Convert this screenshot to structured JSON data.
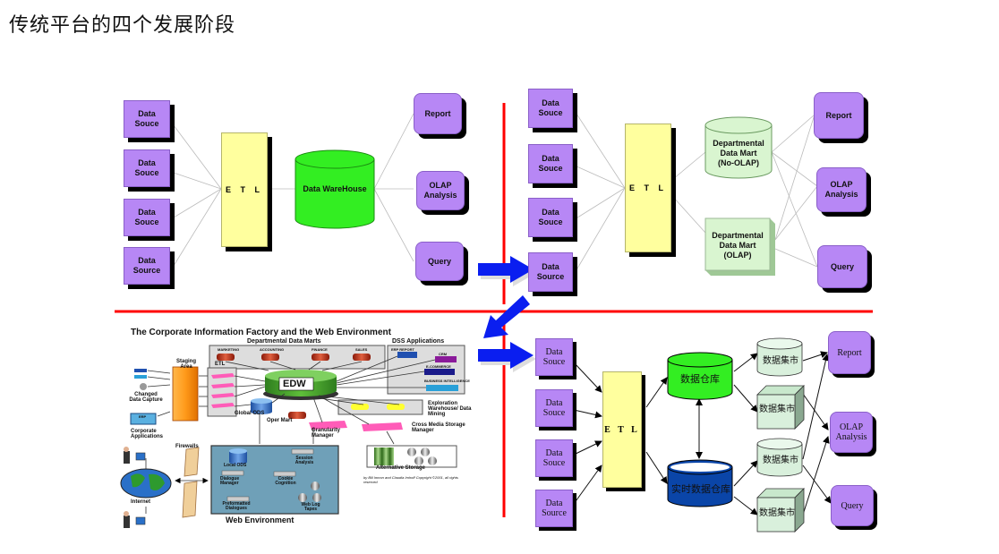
{
  "page": {
    "title": "传统平台的四个发展阶段"
  },
  "colors": {
    "source_box": "#b787f5",
    "etl": "#ffff9e",
    "warehouse_green": "#33ee22",
    "mart_light": "#d9f5d0",
    "realtime_blue": "#0a45a8",
    "divider_red": "#ff0000",
    "flow_arrow_blue": "#0a1ef0"
  },
  "stage1": {
    "sources": [
      "Data Souce",
      "Data Souce",
      "Data Souce",
      "Data Source"
    ],
    "etl": "E T L",
    "warehouse": "Data WareHouse",
    "outputs": [
      "Report",
      "OLAP Analysis",
      "Query"
    ]
  },
  "stage2": {
    "sources": [
      "Data Souce",
      "Data Souce",
      "Data Souce",
      "Data Source"
    ],
    "etl": "E T L",
    "mart_no_olap": [
      "Departmental",
      "Data Mart",
      "(No-OLAP)"
    ],
    "mart_olap": [
      "Departmental",
      "Data Mart",
      "(OLAP)"
    ],
    "outputs": [
      "Report",
      "OLAP Analysis",
      "Query"
    ]
  },
  "stage3": {
    "title": "The Corporate Information Factory and the Web Environment",
    "dept_marts_title": "Departmental Data Marts",
    "dept_marts": [
      "MARKETING",
      "ACCOUNTING",
      "FINANCE",
      "SALES"
    ],
    "dss_title": "DSS Applications",
    "dss_items": [
      "ERP REPORT",
      "CRM",
      "E-COMMERCE",
      "BUSINESS INTELLIGENCE"
    ],
    "staging": "Staging Area",
    "etl": "ETL",
    "edw": "EDW",
    "changed_data_capture": "Changed Data Capture",
    "erp": "ERP",
    "corporate_apps": "Corporate Applications",
    "global_ods": "Global ODS",
    "oper_mart": "Oper Mart",
    "granularity_manager": "Granularity Manager",
    "exploration": "Exploration Warehouse/ Data Mining",
    "cross_media": "Cross Media Storage Manager",
    "alt_storage": "Alternative Storage",
    "copyright": "by Bill Inmon and Claudia Imhoff Copyright ©2001, all rights reserved",
    "firewalls": "Firewalls",
    "internet": "Internet",
    "web_env": "Web Environment",
    "web_items": [
      "Local ODS",
      "Session Analysis",
      "Dialogue Manager",
      "Cookie Cognition",
      "Preformatted Dialogues",
      "Web Log Tapes"
    ]
  },
  "stage4": {
    "sources": [
      "Data Souce",
      "Data Souce",
      "Data Souce",
      "Data Source"
    ],
    "etl": "E T L",
    "warehouse": "数据仓库",
    "realtime_warehouse": "实时数据仓库",
    "marts": [
      "数据集市",
      "数据集市",
      "数据集市",
      "数据集市"
    ],
    "outputs": [
      "Report",
      "OLAP Analysis",
      "Query"
    ]
  }
}
